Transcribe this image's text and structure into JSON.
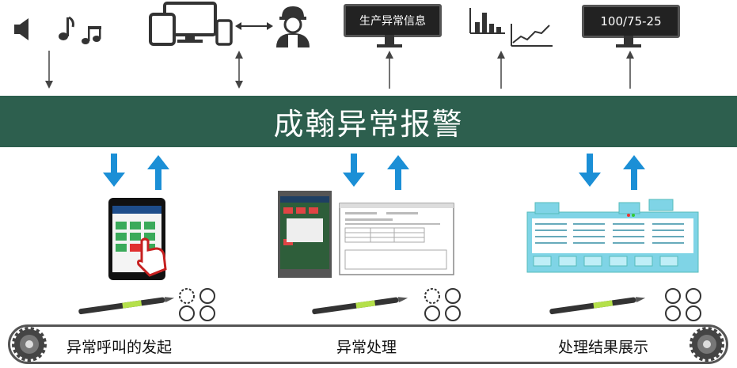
{
  "banner": {
    "title": "成翰异常报警"
  },
  "monitors": {
    "production_info": "生产异常信息",
    "counter": "100/75-25"
  },
  "stages": [
    {
      "label": "异常呼叫的发起"
    },
    {
      "label": "异常处理"
    },
    {
      "label": "处理结果展示"
    }
  ],
  "colors": {
    "banner": "#2d5f4e",
    "arrow_blue": "#1b8fd6",
    "text": "#111111"
  },
  "icons": [
    "speaker-icon",
    "music-notes-icon",
    "devices-icon",
    "worker-icon",
    "monitor-icon",
    "chart-icon",
    "tablet-icon",
    "pen-scanner-icon",
    "gear-icon",
    "rings-icon"
  ]
}
